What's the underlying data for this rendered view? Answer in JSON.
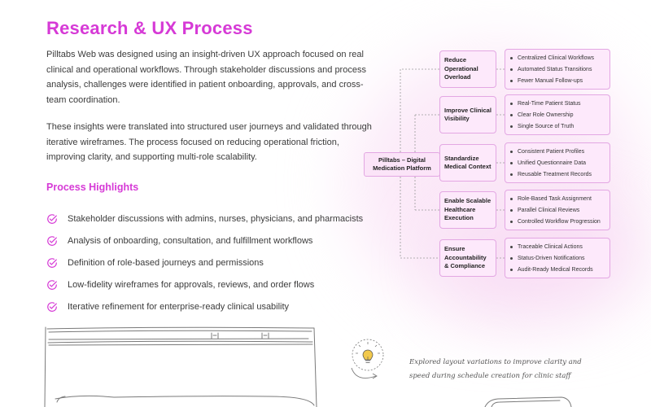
{
  "section": {
    "title": "Research & UX Process",
    "paragraphs": [
      "Pilltabs Web was designed using an insight-driven UX approach focused on real clinical and operational workflows. Through stakeholder discussions and process analysis, challenges were identified in patient onboarding, approvals, and cross-team coordination.",
      "These insights were translated into structured user journeys and validated through iterative wireframes. The process focused on reducing operational friction, improving clarity, and supporting multi-role scalability."
    ]
  },
  "highlights": {
    "title": "Process Highlights",
    "icon": "check-circle-icon",
    "accent_color": "#d63ad6",
    "items": [
      "Stakeholder discussions with admins, nurses, physicians, and pharmacists",
      "Analysis of onboarding, consultation, and fulfillment workflows",
      "Definition of role-based journeys and permissions",
      "Low-fidelity wireframes for approvals, reviews, and order flows",
      "Iterative refinement for enterprise-ready clinical usability"
    ]
  },
  "mindmap": {
    "root": "Pilltabs – Digital Medication Platform",
    "branches": [
      {
        "label": "Reduce Operational Overload",
        "leaves": [
          "Centralized Clinical Workflows",
          "Automated Status Transitions",
          "Fewer Manual Follow-ups"
        ]
      },
      {
        "label": "Improve Clinical Visibility",
        "leaves": [
          "Real-Time Patient Status",
          "Clear Role Ownership",
          "Single Source of Truth"
        ]
      },
      {
        "label": "Standardize Medical Context",
        "leaves": [
          "Consistent Patient Profiles",
          "Unified Questionnaire Data",
          "Reusable Treatment Records"
        ]
      },
      {
        "label": "Enable Scalable Healthcare Execution",
        "leaves": [
          "Role-Based Task Assignment",
          "Parallel Clinical Reviews",
          "Controlled Workflow Progression"
        ]
      },
      {
        "label": "Ensure Accountability & Compliance",
        "leaves": [
          "Traceable Clinical Actions",
          "Status-Driven Notifications",
          "Audit-Ready Medical Records"
        ]
      }
    ]
  },
  "sketch": {
    "note": "Explored layout variations to improve clarity and speed during schedule creation for clinic staff",
    "icon": "lightbulb-icon",
    "bulb_color": "#f2c94c"
  }
}
